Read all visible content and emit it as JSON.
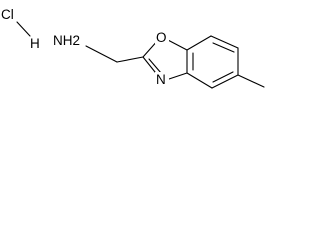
{
  "diagram": {
    "type": "chemical-structure",
    "atoms": {
      "chlorine": "Cl",
      "hydrogen": "H",
      "amine": "NH2",
      "ring_oxygen": "O",
      "ring_nitrogen": "N"
    },
    "colors": {
      "line": "#000000",
      "text": "#000000",
      "background": "#ffffff"
    }
  }
}
